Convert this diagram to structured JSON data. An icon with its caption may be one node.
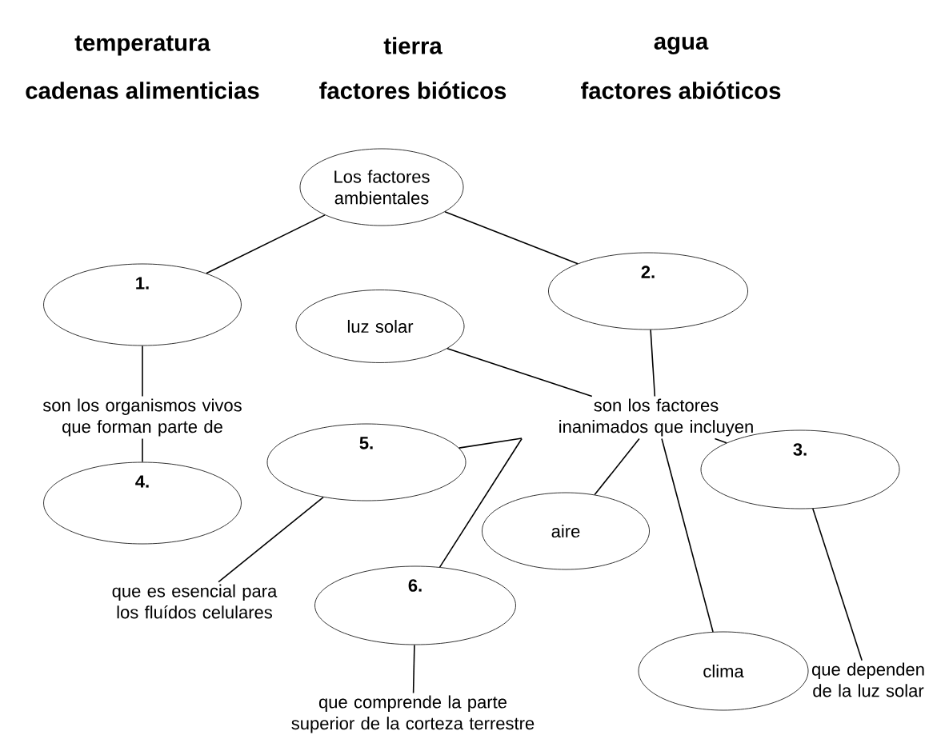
{
  "diagram": {
    "nodes": [
      {
        "text": [
          "Los factores ambientales"
        ]
      },
      {
        "text": [
          "1."
        ]
      },
      {
        "text": [
          "2."
        ]
      },
      {
        "text": [
          "son los organismos vivos que forman parte de"
        ]
      },
      {
        "text": [
          "4."
        ]
      },
      {
        "text": [
          "luz solar"
        ]
      },
      {
        "text": [
          "son los factores inanimados que incluyen"
        ]
      },
      {
        "text": [
          "5."
        ]
      },
      {
        "text": [
          "3."
        ]
      },
      {
        "text": [
          "aire"
        ]
      },
      {
        "text": [
          "que es esencial para los fluídos celulares"
        ]
      },
      {
        "text": [
          "6."
        ]
      },
      {
        "text": [
          "clima"
        ]
      },
      {
        "text": [
          "que dependen de la luz solar"
        ]
      },
      {
        "text": [
          "que comprende la parte superior de la corteza terrestre"
        ]
      }
    ],
    "edges": [
      {
        "from": 0,
        "to": 1,
        "arrow": "none"
      },
      {
        "from": 0,
        "to": 2,
        "arrow": "none"
      },
      {
        "from": 1,
        "to": 3,
        "arrow": "none"
      },
      {
        "from": 3,
        "to": 4,
        "arrow": "none"
      },
      {
        "from": 2,
        "to": 6,
        "arrow": "none"
      },
      {
        "from": 5,
        "to": 6,
        "arrow": "none"
      },
      {
        "from": 6,
        "to": 7,
        "arrow": "none"
      },
      {
        "from": 6,
        "to": 11,
        "arrow": "none"
      },
      {
        "from": 6,
        "to": 9,
        "arrow": "none"
      },
      {
        "from": 6,
        "to": 12,
        "arrow": "none"
      },
      {
        "from": 6,
        "to": 8,
        "arrow": "none"
      },
      {
        "from": 7,
        "to": 10,
        "arrow": "none"
      },
      {
        "from": 8,
        "to": 13,
        "arrow": "none"
      },
      {
        "from": 11,
        "to": 14,
        "arrow": "none"
      }
    ],
    "labels": [
      "temperatura",
      "tierra",
      "agua",
      "cadenas alimenticias",
      "factores bióticos",
      "factores abióticos"
    ]
  }
}
